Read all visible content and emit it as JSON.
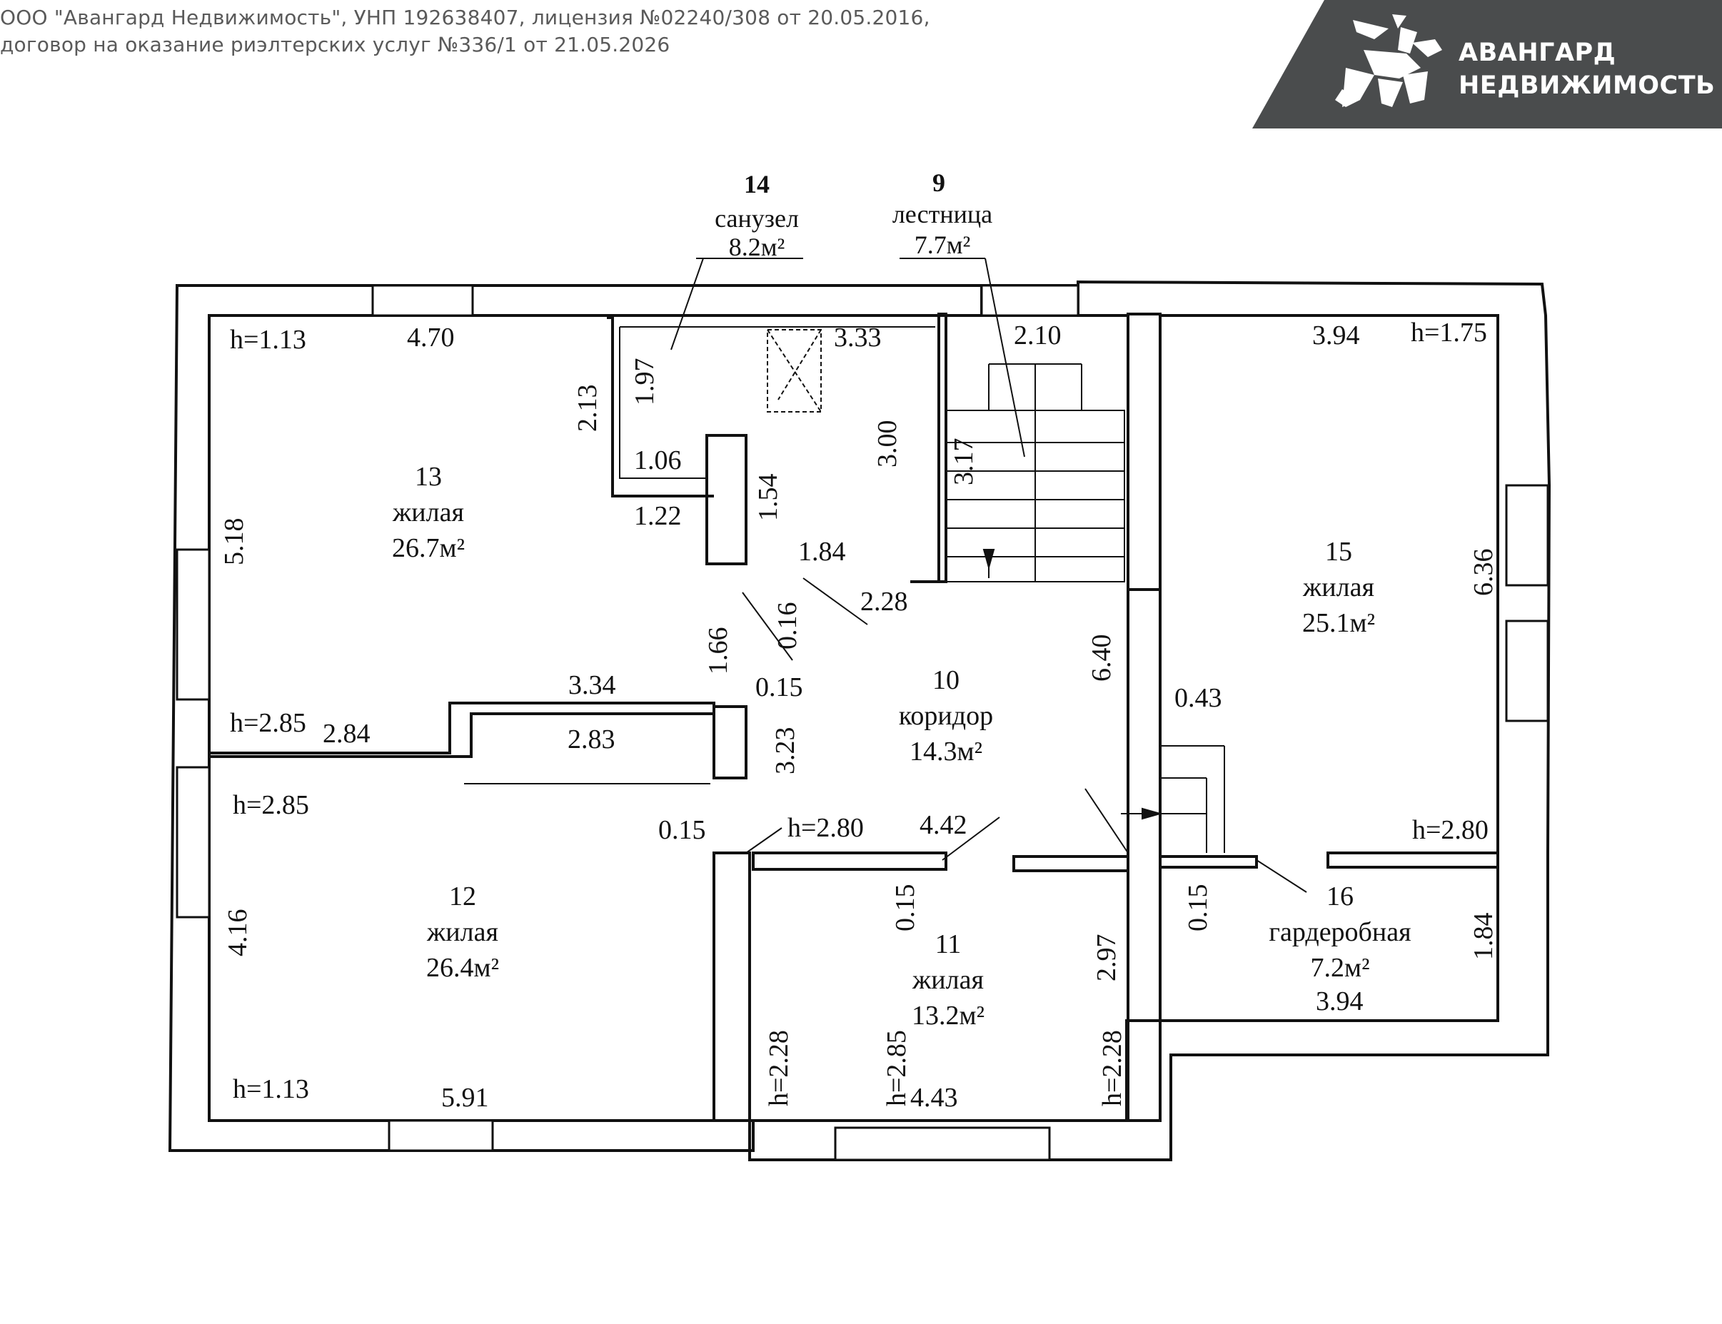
{
  "header": {
    "line1": "ООО \"Авангард Недвижимость\", УНП 192638407, лицензия №02240/308 от 20.05.2016,",
    "line2": "договор на оказание риэлтерских услуг №336/1 от 21.05.2026"
  },
  "brand": {
    "name_line1": "АВАНГАРД",
    "name_line2": "НЕДВИЖИМОСТЬ",
    "banner_color": "#4a4c4d",
    "logo_color": "#ffffff"
  },
  "rooms": {
    "r14": {
      "num": "14",
      "name": "санузел",
      "area": "8.2м²"
    },
    "r9": {
      "num": "9",
      "name": "лестница",
      "area": "7.7м²"
    },
    "r13": {
      "num": "13",
      "name": "жилая",
      "area": "26.7м²"
    },
    "r15": {
      "num": "15",
      "name": "жилая",
      "area": "25.1м²"
    },
    "r10": {
      "num": "10",
      "name": "коридор",
      "area": "14.3м²"
    },
    "r12": {
      "num": "12",
      "name": "жилая",
      "area": "26.4м²"
    },
    "r11": {
      "num": "11",
      "name": "жилая",
      "area": "13.2м²"
    },
    "r16": {
      "num": "16",
      "name": "гардеробная",
      "area": "7.2м²"
    }
  },
  "dims": {
    "d_h113_top": "h=1.13",
    "d_470": "4.70",
    "d_333": "3.33",
    "d_210": "2.10",
    "d_394_top": "3.94",
    "d_h175": "h=1.75",
    "d_213": "2.13",
    "d_197": "1.97",
    "d_300": "3.00",
    "d_317": "3.17",
    "d_106": "1.06",
    "d_154": "1.54",
    "d_122": "1.22",
    "d_518": "5.18",
    "d_184": "1.84",
    "d_228_mid": "2.28",
    "d_636": "6.36",
    "d_016": "0.16",
    "d_166": "1.66",
    "d_640": "6.40",
    "d_015_a": "0.15",
    "d_334": "3.34",
    "d_043": "0.43",
    "d_h285_a": "h=2.85",
    "d_284": "2.84",
    "d_283": "2.83",
    "d_323": "3.23",
    "d_h285_b": "h=2.85",
    "d_015_b": "0.15",
    "d_h280_a": "h=2.80",
    "d_442": "4.42",
    "d_h280_b": "h=2.80",
    "d_015_c": "0.15",
    "d_015_d": "0.15",
    "d_416": "4.16",
    "d_297": "2.97",
    "d_184_b": "1.84",
    "d_394_bot": "3.94",
    "d_h228_a": "h=2.28",
    "d_h285_c": "h=2.85",
    "d_h228_b": "h=2.28",
    "d_h113_bot": "h=1.13",
    "d_591": "5.91",
    "d_443": "4.43"
  }
}
